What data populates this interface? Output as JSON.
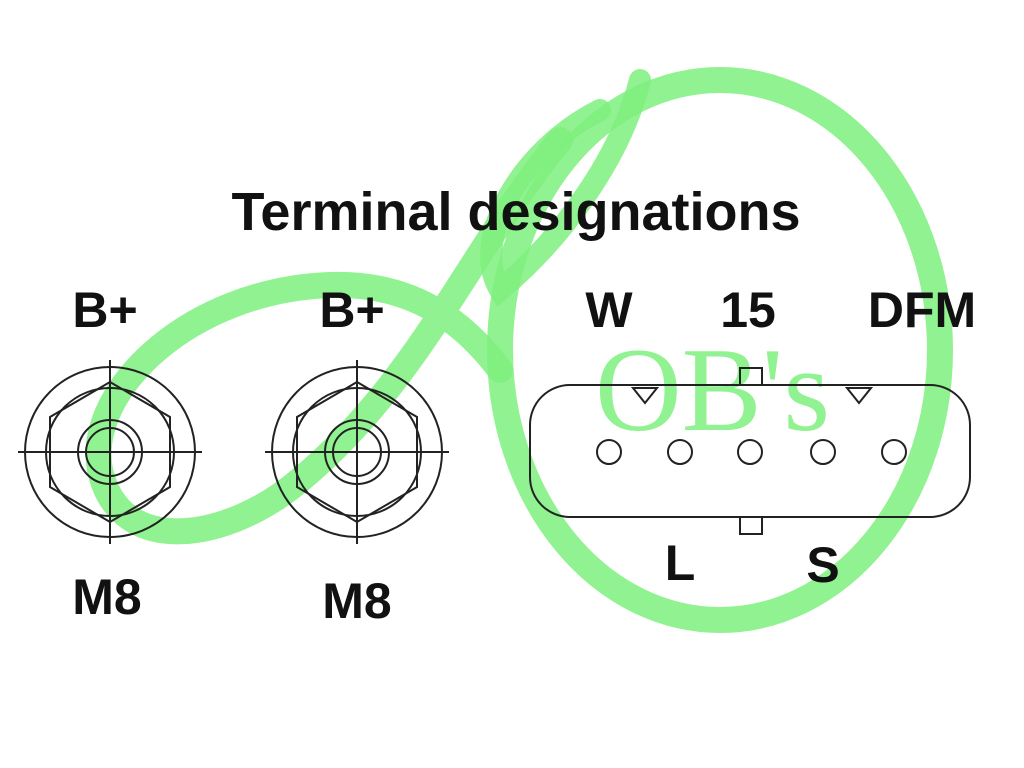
{
  "diagram": {
    "title": "Terminal designations",
    "studs": [
      {
        "top_label": "B+",
        "bottom_label": "M8"
      },
      {
        "top_label": "B+",
        "bottom_label": "M8"
      }
    ],
    "plug": {
      "top_labels": [
        "W",
        "15",
        "DFM"
      ],
      "bottom_labels": [
        "L",
        "S"
      ],
      "pin_count": 5
    }
  },
  "watermark": {
    "text": "OB's",
    "color": "#7ef07e"
  }
}
